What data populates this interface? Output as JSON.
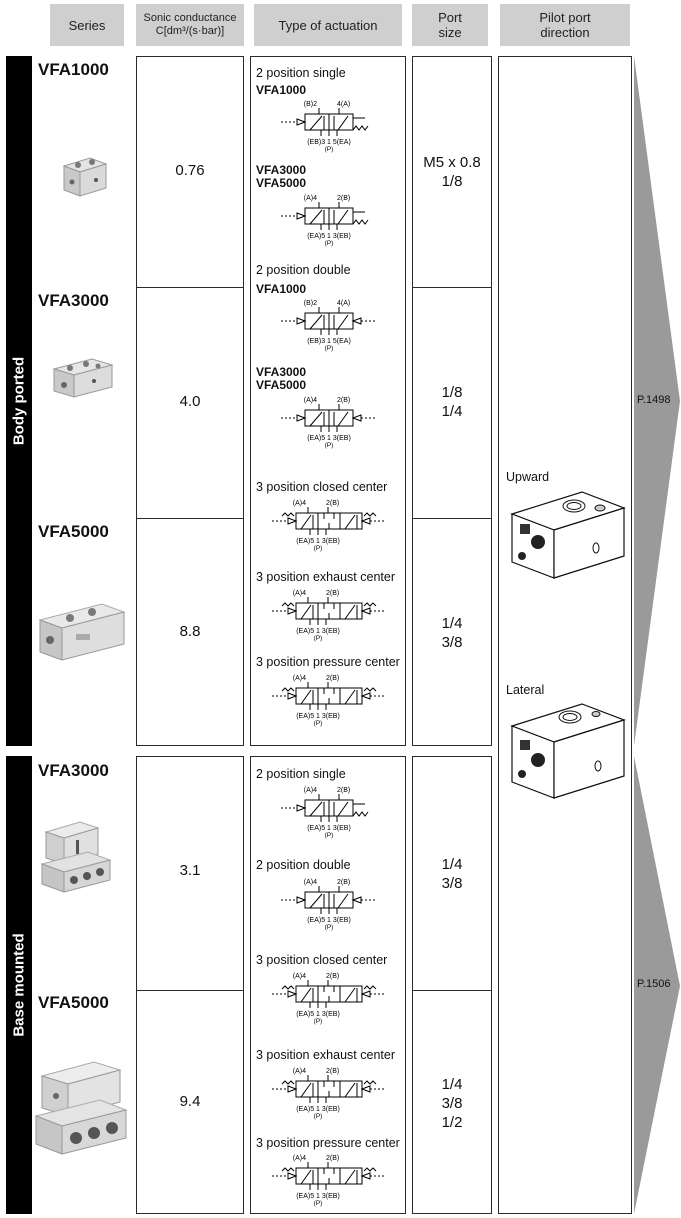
{
  "header": {
    "series": "Series",
    "conductance_line1": "Sonic conductance",
    "conductance_line2": "C[dm³/(s·bar)]",
    "actuation": "Type of actuation",
    "port_line1": "Port",
    "port_line2": "size",
    "pilot_line1": "Pilot port",
    "pilot_line2": "direction"
  },
  "groups": {
    "body_ported": "Body ported",
    "base_mounted": "Base mounted"
  },
  "rows": [
    {
      "series": "VFA1000",
      "conductance": "0.76",
      "port": [
        "M5 x 0.8",
        "1/8"
      ]
    },
    {
      "series": "VFA3000",
      "conductance": "4.0",
      "port": [
        "1/8",
        "1/4"
      ]
    },
    {
      "series": "VFA5000",
      "conductance": "8.8",
      "port": [
        "1/4",
        "3/8"
      ]
    },
    {
      "series": "VFA3000",
      "conductance": "3.1",
      "port": [
        "1/4",
        "3/8"
      ]
    },
    {
      "series": "VFA5000",
      "conductance": "9.4",
      "port": [
        "1/4",
        "3/8",
        "1/2"
      ]
    }
  ],
  "actuation_body": {
    "two_single": "2 position single",
    "two_double": "2 position double",
    "three_closed": "3 position closed center",
    "three_exhaust": "3 position exhaust center",
    "three_pressure": "3 position pressure center",
    "model_vfa1000": "VFA1000",
    "model_vfa3000": "VFA3000",
    "model_vfa5000": "VFA5000"
  },
  "actuation_base": {
    "two_single": "2 position single",
    "two_double": "2 position double",
    "three_closed": "3 position closed center",
    "three_exhaust": "3 position exhaust center",
    "three_pressure": "3 position pressure center"
  },
  "port_labels": {
    "b2": "(B)2",
    "a4": "(A)4",
    "eb3": "(EB)3",
    "one": "1",
    "ea5_short": "5(EA)",
    "p": "(P)",
    "a4b": "(A)4",
    "b2b": "2(B)",
    "ea5": "(EA)5",
    "eb3b": "3(EB)",
    "a4r": "4(A)"
  },
  "pilot": {
    "upward": "Upward",
    "lateral": "Lateral"
  },
  "refs": {
    "body": "P.1498",
    "base": "P.1506"
  }
}
